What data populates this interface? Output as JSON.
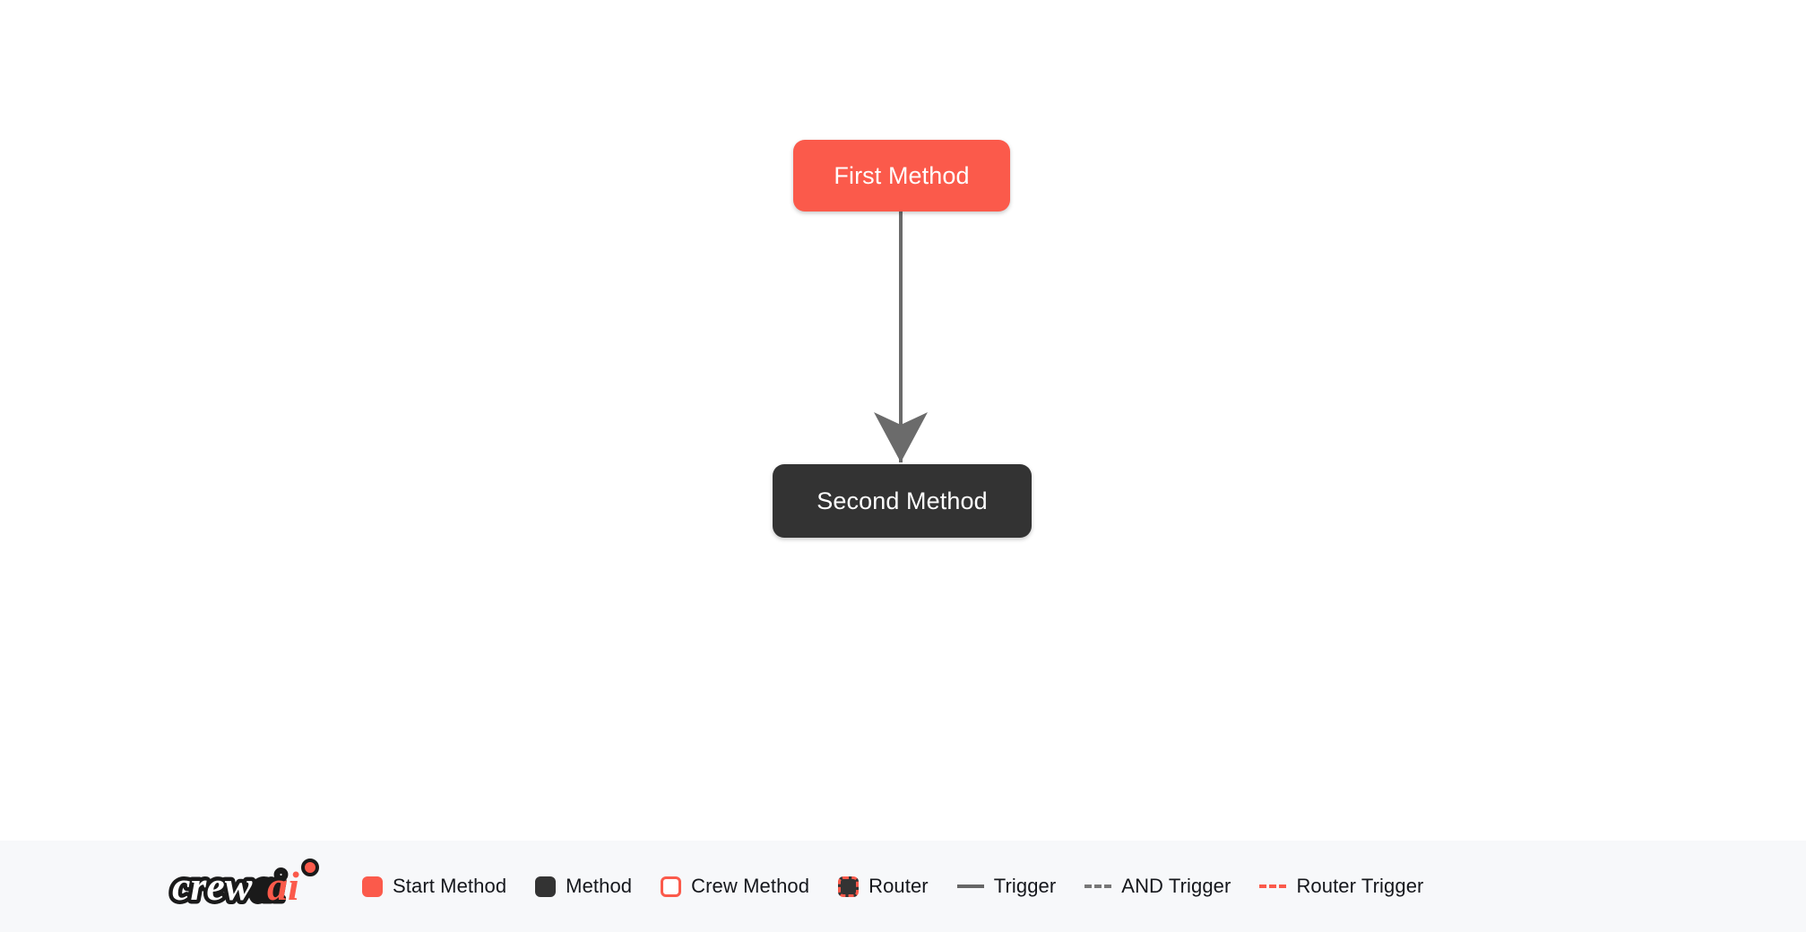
{
  "canvas": {
    "background": "#ffffff",
    "nodes": [
      {
        "id": "first-method",
        "label": "First Method",
        "type": "start-method",
        "color": "#FB5A4B",
        "text_color": "#ffffff"
      },
      {
        "id": "second-method",
        "label": "Second Method",
        "type": "method",
        "color": "#333333",
        "text_color": "#ffffff"
      }
    ],
    "edges": [
      {
        "from": "first-method",
        "to": "second-method",
        "type": "trigger",
        "style": "solid",
        "color": "#6b6b6b",
        "arrow": "down"
      }
    ]
  },
  "legend": {
    "background": "#F7F8FA",
    "logo": {
      "text_primary": "crew",
      "text_accent": "ai",
      "accent_color": "#FB5A4B",
      "primary_color": "#ffffff",
      "outline_color": "#1a1a1a"
    },
    "items": [
      {
        "label": "Start Method",
        "swatch": "swatch-start",
        "kind": "box"
      },
      {
        "label": "Method",
        "swatch": "swatch-method",
        "kind": "box"
      },
      {
        "label": "Crew Method",
        "swatch": "swatch-crew",
        "kind": "box"
      },
      {
        "label": "Router",
        "swatch": "swatch-router",
        "kind": "box"
      },
      {
        "label": "Trigger",
        "swatch": "line-trigger",
        "kind": "line"
      },
      {
        "label": "AND Trigger",
        "swatch": "line-and-trigger",
        "kind": "line"
      },
      {
        "label": "Router Trigger",
        "swatch": "line-router-trig",
        "kind": "line"
      }
    ]
  }
}
